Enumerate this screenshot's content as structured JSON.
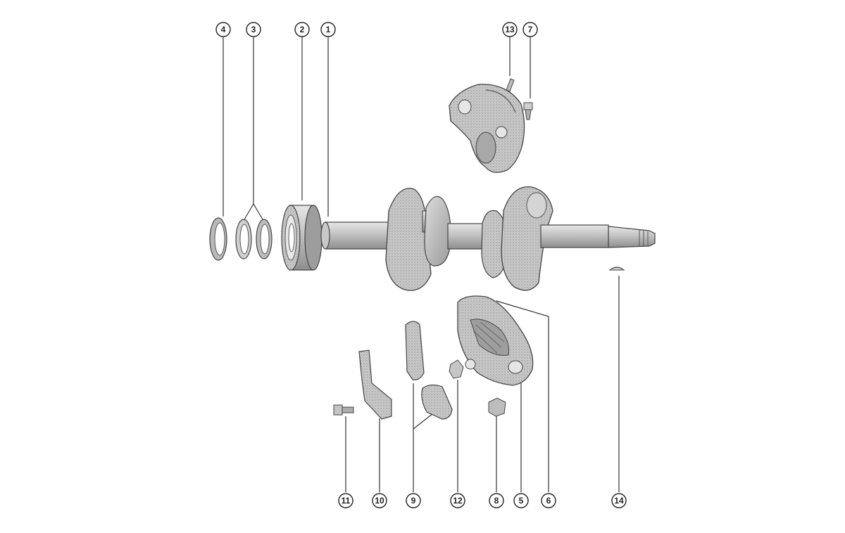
{
  "diagram": {
    "colors": {
      "ink": "#222222",
      "metal_light": "#d8d8d8",
      "metal_mid": "#b4b4b4",
      "metal_dark": "#8c8c8c",
      "background": "#ffffff"
    },
    "callouts": [
      {
        "id": "c4",
        "label": "4"
      },
      {
        "id": "c3",
        "label": "3"
      },
      {
        "id": "c2",
        "label": "2"
      },
      {
        "id": "c1",
        "label": "1"
      },
      {
        "id": "c13",
        "label": "13"
      },
      {
        "id": "c7",
        "label": "7"
      },
      {
        "id": "c11",
        "label": "11"
      },
      {
        "id": "c10",
        "label": "10"
      },
      {
        "id": "c9",
        "label": "9"
      },
      {
        "id": "c12",
        "label": "12"
      },
      {
        "id": "c8",
        "label": "8"
      },
      {
        "id": "c5",
        "label": "5"
      },
      {
        "id": "c6",
        "label": "6"
      },
      {
        "id": "c14",
        "label": "14"
      }
    ]
  }
}
